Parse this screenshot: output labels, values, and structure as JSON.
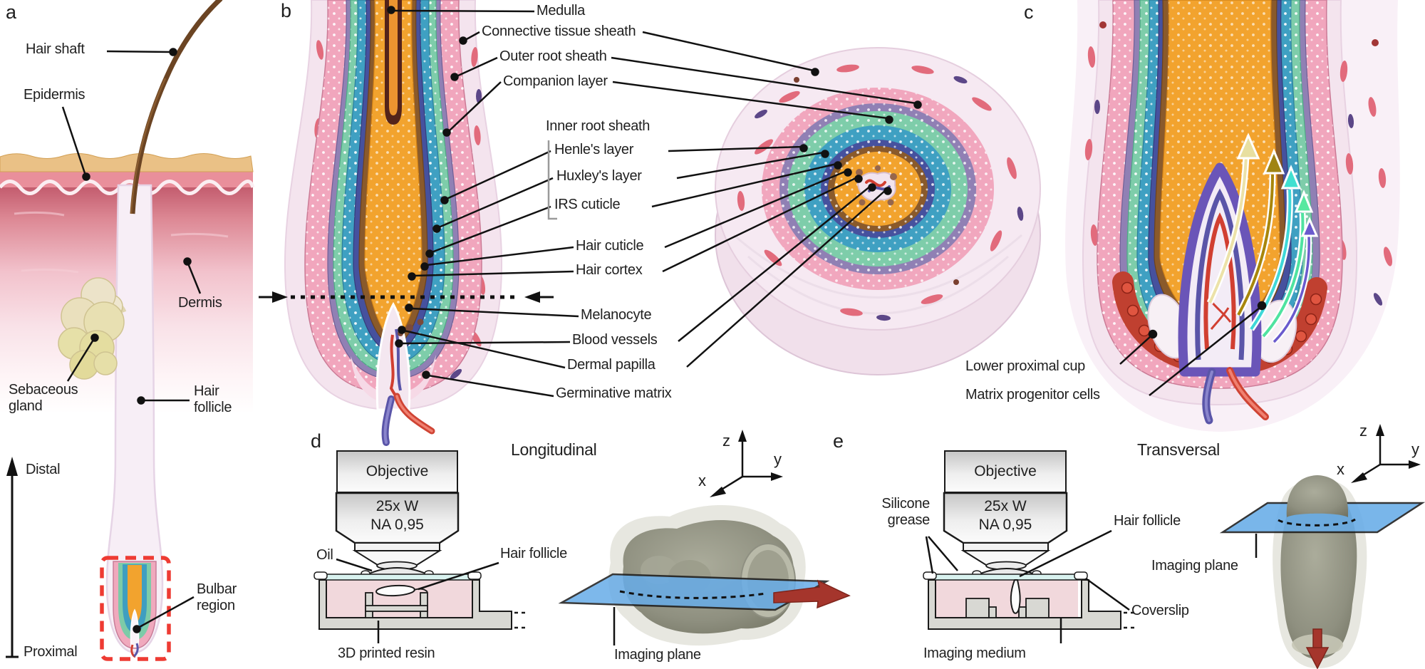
{
  "figure": {
    "panel_letters": {
      "a": "a",
      "b": "b",
      "c": "c",
      "d": "d",
      "e": "e"
    },
    "accent_colors": {
      "imaging_plane_blue": "#67ace8",
      "direction_arrow_red": "#a5352c",
      "bulbar_box_red": "#ee3b33",
      "chamber_pink": "#f1d8dc",
      "resin_gray": "#d8d8d3",
      "coverslip_cyan": "#d9f2ef"
    }
  },
  "panel_a": {
    "hair_shaft": "Hair shaft",
    "epidermis": "Epidermis",
    "dermis": "Dermis",
    "sebaceous_gland": "Sebaceous gland",
    "hair_follicle": "Hair follicle",
    "distal": "Distal",
    "proximal": "Proximal",
    "bulbar_region": "Bulbar region"
  },
  "panel_b": {
    "labels": {
      "medulla": "Medulla",
      "connective_tissue_sheath": "Connective tissue sheath",
      "outer_root_sheath": "Outer root sheath",
      "companion_layer": "Companion layer",
      "inner_root_sheath": "Inner root sheath",
      "henles_layer": "Henle's layer",
      "huxleys_layer": "Huxley's layer",
      "irs_cuticle": "IRS cuticle",
      "hair_cuticle": "Hair cuticle",
      "hair_cortex": "Hair cortex",
      "melanocyte": "Melanocyte",
      "blood_vessels": "Blood vessels",
      "dermal_papilla": "Dermal papilla",
      "germinative_matrix": "Germinative matrix"
    }
  },
  "panel_c": {
    "labels": {
      "lower_proximal_cup": "Lower proximal cup",
      "matrix_progenitor_cells": "Matrix progenitor cells"
    }
  },
  "panel_d": {
    "title": "Longitudinal",
    "objective": "Objective",
    "magnification": "25x W",
    "numerical_aperture": "NA 0,95",
    "oil": "Oil",
    "hair_follicle": "Hair follicle",
    "printed_resin": "3D printed resin",
    "imaging_plane": "Imaging plane",
    "axis_x": "x",
    "axis_y": "y",
    "axis_z": "z"
  },
  "panel_e": {
    "title": "Transversal",
    "objective": "Objective",
    "magnification": "25x W",
    "numerical_aperture": "NA 0,95",
    "silicone_grease": "Silicone grease",
    "hair_follicle": "Hair follicle",
    "coverslip": "Coverslip",
    "imaging_medium": "Imaging medium",
    "imaging_plane": "Imaging plane",
    "axis_x": "x",
    "axis_y": "y",
    "axis_z": "z"
  }
}
